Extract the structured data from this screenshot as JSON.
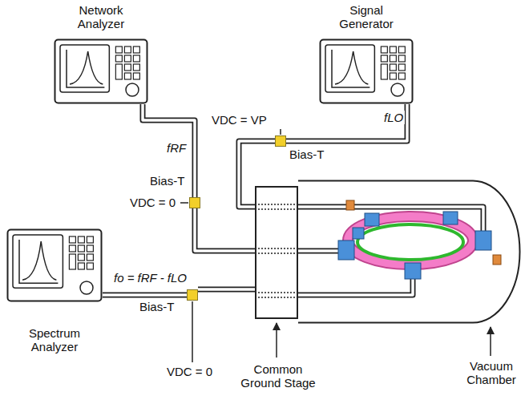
{
  "diagram": {
    "nodes": [
      {
        "text": [
          "Network Analyzer"
        ]
      },
      {
        "text": [
          "Signal Generator"
        ]
      },
      {
        "text": [
          "Bias-T"
        ]
      },
      {
        "text": [
          "Bias-T"
        ]
      },
      {
        "text": [
          "Spectrum Analyzer"
        ]
      },
      {
        "text": [
          "Bias-T"
        ]
      },
      {
        "text": [
          "Common Ground Stage"
        ]
      },
      {
        "text": [
          "Vacuum Chamber"
        ]
      }
    ],
    "edges": [
      {
        "from": 0,
        "to": 3,
        "arrow": "none",
        "label": "fRF"
      },
      {
        "from": 3,
        "to": 6,
        "arrow": "none"
      },
      {
        "from": 1,
        "to": 2,
        "arrow": "none",
        "label": "fLO"
      },
      {
        "from": 2,
        "to": 6,
        "arrow": "none"
      },
      {
        "from": 4,
        "to": 5,
        "arrow": "none",
        "label": "fo = fRF - fLO"
      },
      {
        "from": 5,
        "to": 6,
        "arrow": "none"
      }
    ],
    "labels": [
      "VDC = VP",
      "VDC = 0",
      "VDC = 0"
    ]
  }
}
